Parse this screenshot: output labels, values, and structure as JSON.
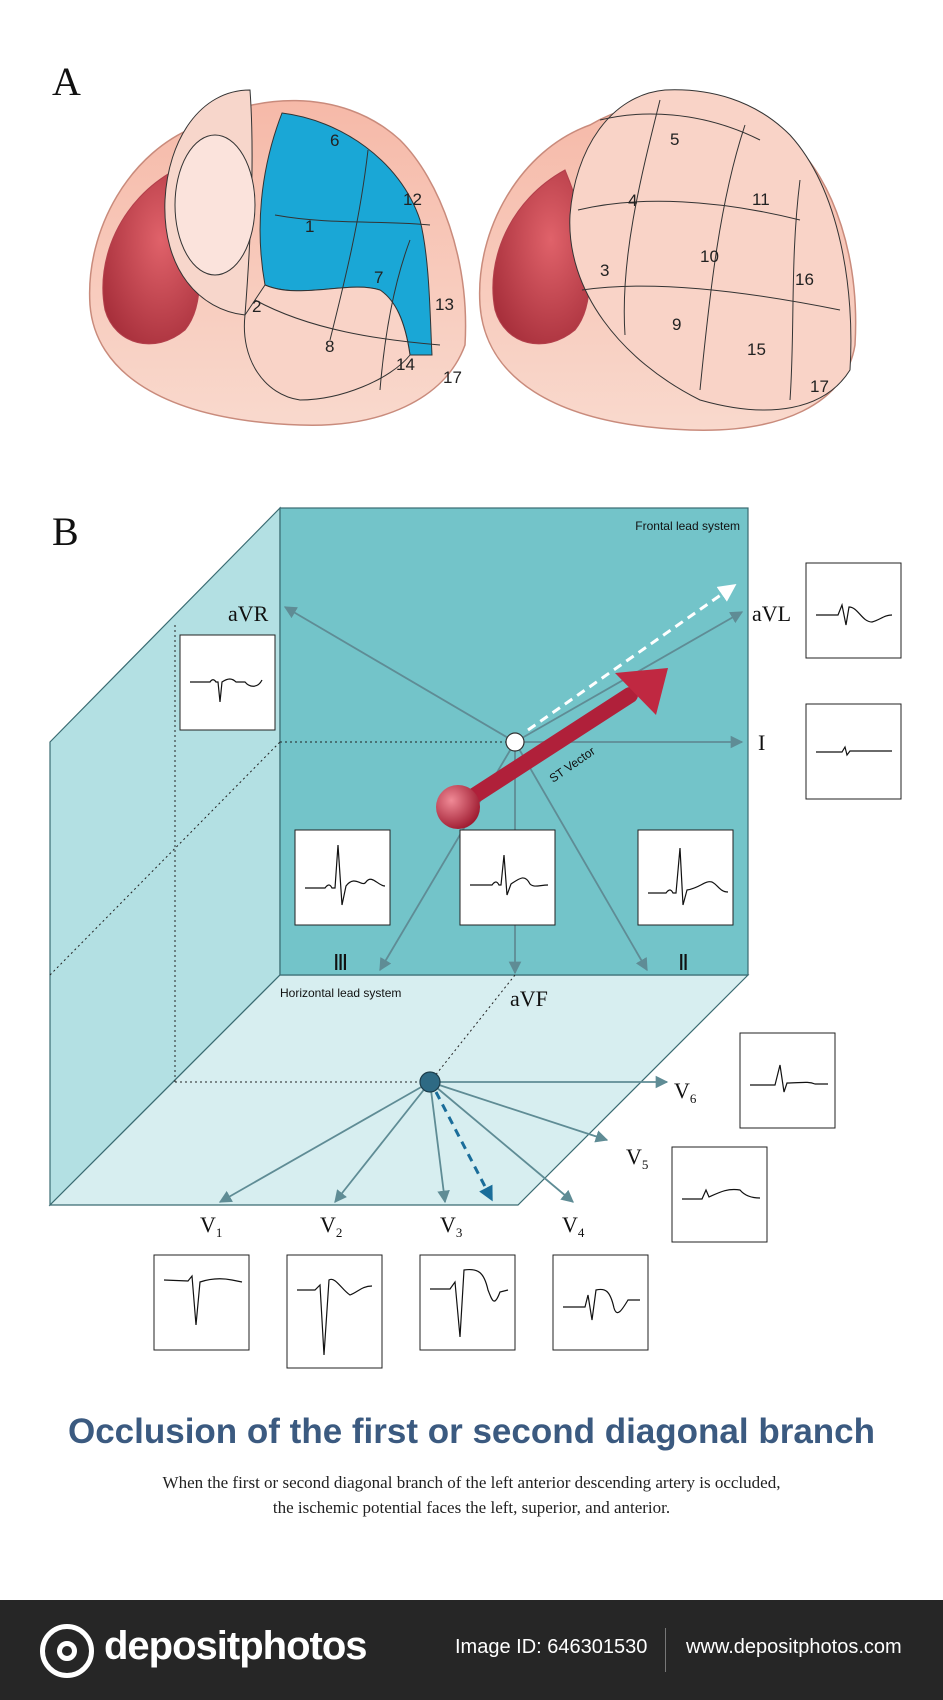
{
  "panel_a": {
    "letter": "A",
    "left_heart_segments": [
      "1",
      "2",
      "6",
      "7",
      "8",
      "12",
      "13",
      "14",
      "17"
    ],
    "right_heart_segments": [
      "3",
      "4",
      "5",
      "9",
      "10",
      "11",
      "15",
      "16",
      "17"
    ]
  },
  "panel_b": {
    "letter": "B",
    "frontal_label": "Frontal lead system",
    "horizontal_label": "Horizontal lead system",
    "st_vector_label": "ST Vector",
    "leads": {
      "avr": "aVR",
      "avl": "aVL",
      "lead_i": "I",
      "lead_ii": "Ⅱ",
      "lead_iii": "Ⅲ",
      "avf": "aVF",
      "v1": "V",
      "v1_sub": "1",
      "v2": "V",
      "v2_sub": "2",
      "v3": "V",
      "v3_sub": "3",
      "v4": "V",
      "v4_sub": "4",
      "v5": "V",
      "v5_sub": "5",
      "v6": "V",
      "v6_sub": "6"
    }
  },
  "title": "Occlusion of the first or second diagonal branch",
  "caption_line1": "When the first or second diagonal branch of the left anterior descending artery is occluded,",
  "caption_line2": "the ischemic potential faces the left, superior, and anterior.",
  "footer": {
    "brand": "depositphotos",
    "image_id": "Image ID: 646301530",
    "site": "www.depositphotos.com"
  },
  "colors": {
    "ischemic_segment": "#1aa7d6",
    "heart_surface": "#f9d3c7",
    "frontal_plane": "#73c4c9",
    "horizontal_plane": "#d7eef0",
    "st_vector": "#b0203a",
    "title": "#3b5a80"
  }
}
